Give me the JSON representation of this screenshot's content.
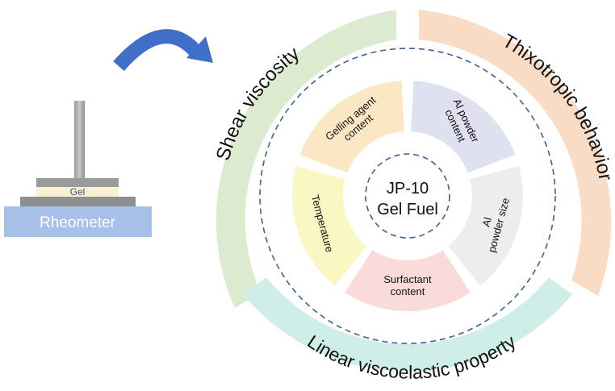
{
  "rheometer": {
    "label": "Rheometer",
    "sample_label": "Gel"
  },
  "center": {
    "line1": "JP-10",
    "line2": "Gel Fuel"
  },
  "outer_ring": {
    "shear": "Shear viscosity",
    "thixo": "Thixotropic behavior",
    "linear": "Linear viscoelastic property"
  },
  "factors": {
    "gelling": {
      "line1": "Gelling agent",
      "line2": "content"
    },
    "al_content": {
      "line1": "Al powder",
      "line2": "content"
    },
    "al_size": {
      "line1": "Al",
      "line2": "powder size"
    },
    "surfactant": {
      "line1": "Surfactant",
      "line2": "content"
    },
    "temperature": {
      "line1": "Temperature"
    }
  },
  "colors": {
    "arrow": "#3f6fc9",
    "rheometer_base": "#a6c0e8",
    "shear_ring": "#dcebd0",
    "thixo_ring": "#f9dcc6",
    "linear_ring": "#cfeee8",
    "gelling": "#fbe7c3",
    "al_content": "#dfe1f1",
    "al_size": "#ededed",
    "surfactant": "#f9dcd9",
    "temperature": "#f9f7c2",
    "dashed": "#3b5f96"
  }
}
